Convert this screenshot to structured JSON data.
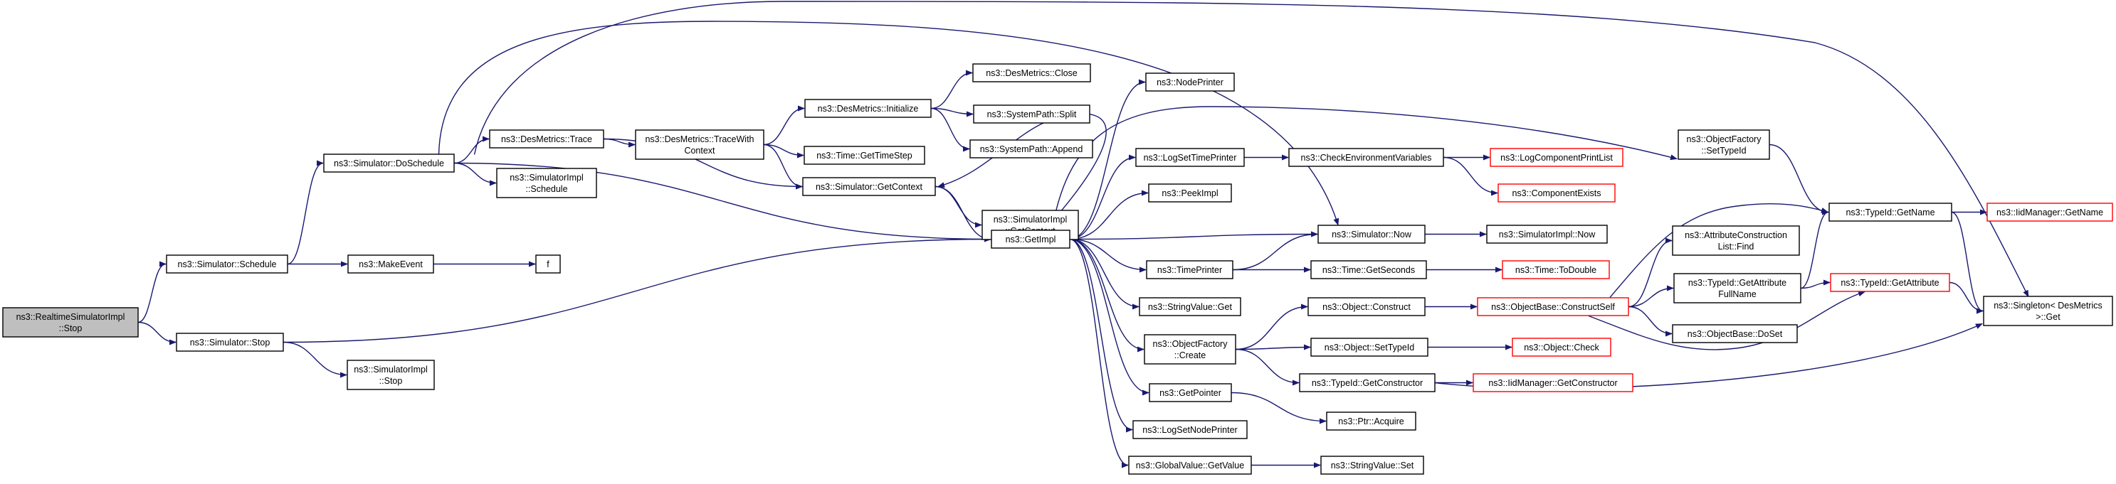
{
  "colors": {
    "edge": "#191970",
    "root_fill": "#bfbfbf",
    "node_fill": "#ffffff",
    "node_border": "#000000",
    "undocumented_border": "#ff0000"
  },
  "nodes": [
    {
      "id": "root",
      "lines": [
        "ns3::RealtimeSimulatorImpl",
        "::Stop"
      ],
      "style": "root"
    },
    {
      "id": "sim_schedule",
      "lines": [
        "ns3::Simulator::Schedule"
      ],
      "style": "normal"
    },
    {
      "id": "sim_stop",
      "lines": [
        "ns3::Simulator::Stop"
      ],
      "style": "normal"
    },
    {
      "id": "make_event",
      "lines": [
        "ns3::MakeEvent"
      ],
      "style": "normal"
    },
    {
      "id": "f",
      "lines": [
        "f"
      ],
      "style": "normal"
    },
    {
      "id": "simimpl_stop",
      "lines": [
        "ns3::SimulatorImpl",
        "::Stop"
      ],
      "style": "normal"
    },
    {
      "id": "do_schedule",
      "lines": [
        "ns3::Simulator::DoSchedule"
      ],
      "style": "normal"
    },
    {
      "id": "des_trace",
      "lines": [
        "ns3::DesMetrics::Trace"
      ],
      "style": "normal"
    },
    {
      "id": "simimpl_schedule",
      "lines": [
        "ns3::SimulatorImpl",
        "::Schedule"
      ],
      "style": "normal"
    },
    {
      "id": "des_tracewith",
      "lines": [
        "ns3::DesMetrics::TraceWith",
        "Context"
      ],
      "style": "normal"
    },
    {
      "id": "des_init",
      "lines": [
        "ns3::DesMetrics::Initialize"
      ],
      "style": "normal"
    },
    {
      "id": "time_gettimestep",
      "lines": [
        "ns3::Time::GetTimeStep"
      ],
      "style": "normal"
    },
    {
      "id": "sim_getcontext",
      "lines": [
        "ns3::Simulator::GetContext"
      ],
      "style": "normal"
    },
    {
      "id": "des_close",
      "lines": [
        "ns3::DesMetrics::Close"
      ],
      "style": "normal"
    },
    {
      "id": "syspath_split",
      "lines": [
        "ns3::SystemPath::Split"
      ],
      "style": "normal"
    },
    {
      "id": "syspath_append",
      "lines": [
        "ns3::SystemPath::Append"
      ],
      "style": "normal"
    },
    {
      "id": "simimpl_getcontext",
      "lines": [
        "ns3::SimulatorImpl",
        "::GetContext"
      ],
      "style": "normal"
    },
    {
      "id": "getimpl",
      "lines": [
        "ns3::GetImpl"
      ],
      "style": "normal"
    },
    {
      "id": "nodeprinter",
      "lines": [
        "ns3::NodePrinter"
      ],
      "style": "normal"
    },
    {
      "id": "logsettimeprinter",
      "lines": [
        "ns3::LogSetTimePrinter"
      ],
      "style": "normal"
    },
    {
      "id": "peekimpl",
      "lines": [
        "ns3::PeekImpl"
      ],
      "style": "normal"
    },
    {
      "id": "timeprinter",
      "lines": [
        "ns3::TimePrinter"
      ],
      "style": "normal"
    },
    {
      "id": "stringvalue_get",
      "lines": [
        "ns3::StringValue::Get"
      ],
      "style": "normal"
    },
    {
      "id": "objfactory_create",
      "lines": [
        "ns3::ObjectFactory",
        "::Create"
      ],
      "style": "normal"
    },
    {
      "id": "getpointer",
      "lines": [
        "ns3::GetPointer"
      ],
      "style": "normal"
    },
    {
      "id": "logsetnodeprinter",
      "lines": [
        "ns3::LogSetNodePrinter"
      ],
      "style": "normal"
    },
    {
      "id": "globalvalue_getvalue",
      "lines": [
        "ns3::GlobalValue::GetValue"
      ],
      "style": "normal"
    },
    {
      "id": "checkenv",
      "lines": [
        "ns3::CheckEnvironmentVariables"
      ],
      "style": "normal"
    },
    {
      "id": "logcomp_printlist",
      "lines": [
        "ns3::LogComponentPrintList"
      ],
      "style": "red"
    },
    {
      "id": "componentexists",
      "lines": [
        "ns3::ComponentExists"
      ],
      "style": "red"
    },
    {
      "id": "sim_now",
      "lines": [
        "ns3::Simulator::Now"
      ],
      "style": "normal"
    },
    {
      "id": "simimpl_now",
      "lines": [
        "ns3::SimulatorImpl::Now"
      ],
      "style": "normal"
    },
    {
      "id": "time_getseconds",
      "lines": [
        "ns3::Time::GetSeconds"
      ],
      "style": "normal"
    },
    {
      "id": "time_todouble",
      "lines": [
        "ns3::Time::ToDouble"
      ],
      "style": "red"
    },
    {
      "id": "object_construct",
      "lines": [
        "ns3::Object::Construct"
      ],
      "style": "normal"
    },
    {
      "id": "object_settypeid",
      "lines": [
        "ns3::Object::SetTypeId"
      ],
      "style": "normal"
    },
    {
      "id": "typeid_getconstructor",
      "lines": [
        "ns3::TypeId::GetConstructor"
      ],
      "style": "normal"
    },
    {
      "id": "ptr_acquire",
      "lines": [
        "ns3::Ptr::Acquire"
      ],
      "style": "normal"
    },
    {
      "id": "stringvalue_set",
      "lines": [
        "ns3::StringValue::Set"
      ],
      "style": "normal"
    },
    {
      "id": "objbase_constructself",
      "lines": [
        "ns3::ObjectBase::ConstructSelf"
      ],
      "style": "red"
    },
    {
      "id": "object_check",
      "lines": [
        "ns3::Object::Check"
      ],
      "style": "red"
    },
    {
      "id": "iidmanager_getconstructor",
      "lines": [
        "ns3::IidManager::GetConstructor"
      ],
      "style": "red"
    },
    {
      "id": "objfactory_settypeid",
      "lines": [
        "ns3::ObjectFactory",
        "::SetTypeId"
      ],
      "style": "normal"
    },
    {
      "id": "attrconstlist_find",
      "lines": [
        "ns3::AttributeConstruction",
        "List::Find"
      ],
      "style": "normal"
    },
    {
      "id": "typeid_getattrfullname",
      "lines": [
        "ns3::TypeId::GetAttribute",
        "FullName"
      ],
      "style": "normal"
    },
    {
      "id": "objbase_doset",
      "lines": [
        "ns3::ObjectBase::DoSet"
      ],
      "style": "normal"
    },
    {
      "id": "typeid_getname",
      "lines": [
        "ns3::TypeId::GetName"
      ],
      "style": "normal"
    },
    {
      "id": "typeid_getattribute",
      "lines": [
        "ns3::TypeId::GetAttribute"
      ],
      "style": "red"
    },
    {
      "id": "iidmanager_getname",
      "lines": [
        "ns3::IidManager::GetName"
      ],
      "style": "red"
    },
    {
      "id": "singleton_get",
      "lines": [
        "ns3::Singleton< DesMetrics",
        " >::Get"
      ],
      "style": "normal"
    }
  ],
  "edges": [
    [
      "root",
      "sim_schedule"
    ],
    [
      "root",
      "sim_stop"
    ],
    [
      "sim_schedule",
      "do_schedule"
    ],
    [
      "sim_schedule",
      "make_event"
    ],
    [
      "make_event",
      "f"
    ],
    [
      "sim_stop",
      "getimpl"
    ],
    [
      "sim_stop",
      "simimpl_stop"
    ],
    [
      "do_schedule",
      "des_trace"
    ],
    [
      "do_schedule",
      "simimpl_schedule"
    ],
    [
      "do_schedule",
      "getimpl"
    ],
    [
      "do_schedule",
      "sim_now"
    ],
    [
      "do_schedule",
      "singleton_get"
    ],
    [
      "des_trace",
      "des_tracewith"
    ],
    [
      "des_trace",
      "sim_getcontext"
    ],
    [
      "des_tracewith",
      "des_init"
    ],
    [
      "des_tracewith",
      "time_gettimestep"
    ],
    [
      "des_tracewith",
      "sim_getcontext"
    ],
    [
      "des_init",
      "des_close"
    ],
    [
      "des_init",
      "syspath_split"
    ],
    [
      "des_init",
      "syspath_append"
    ],
    [
      "sim_getcontext",
      "simimpl_getcontext"
    ],
    [
      "sim_getcontext",
      "getimpl"
    ],
    [
      "getimpl",
      "sim_getcontext"
    ],
    [
      "getimpl",
      "nodeprinter"
    ],
    [
      "getimpl",
      "logsettimeprinter"
    ],
    [
      "getimpl",
      "peekimpl"
    ],
    [
      "getimpl",
      "timeprinter"
    ],
    [
      "getimpl",
      "sim_now"
    ],
    [
      "getimpl",
      "stringvalue_get"
    ],
    [
      "getimpl",
      "objfactory_create"
    ],
    [
      "getimpl",
      "getpointer"
    ],
    [
      "getimpl",
      "logsetnodeprinter"
    ],
    [
      "getimpl",
      "globalvalue_getvalue"
    ],
    [
      "getimpl",
      "objfactory_settypeid"
    ],
    [
      "logsettimeprinter",
      "checkenv"
    ],
    [
      "checkenv",
      "logcomp_printlist"
    ],
    [
      "checkenv",
      "componentexists"
    ],
    [
      "timeprinter",
      "sim_now"
    ],
    [
      "timeprinter",
      "time_getseconds"
    ],
    [
      "sim_now",
      "simimpl_now"
    ],
    [
      "time_getseconds",
      "time_todouble"
    ],
    [
      "objfactory_create",
      "object_construct"
    ],
    [
      "objfactory_create",
      "object_settypeid"
    ],
    [
      "objfactory_create",
      "typeid_getconstructor"
    ],
    [
      "object_construct",
      "objbase_constructself"
    ],
    [
      "object_settypeid",
      "object_check"
    ],
    [
      "typeid_getconstructor",
      "iidmanager_getconstructor"
    ],
    [
      "typeid_getconstructor",
      "singleton_get"
    ],
    [
      "getpointer",
      "ptr_acquire"
    ],
    [
      "globalvalue_getvalue",
      "stringvalue_set"
    ],
    [
      "objbase_constructself",
      "attrconstlist_find"
    ],
    [
      "objbase_constructself",
      "typeid_getattrfullname"
    ],
    [
      "objbase_constructself",
      "objbase_doset"
    ],
    [
      "objbase_constructself",
      "typeid_getname"
    ],
    [
      "objbase_constructself",
      "typeid_getattribute"
    ],
    [
      "objfactory_settypeid",
      "typeid_getname"
    ],
    [
      "typeid_getattrfullname",
      "typeid_getname"
    ],
    [
      "typeid_getattrfullname",
      "typeid_getattribute"
    ],
    [
      "typeid_getattribute",
      "singleton_get"
    ],
    [
      "typeid_getname",
      "iidmanager_getname"
    ],
    [
      "typeid_getname",
      "singleton_get"
    ]
  ]
}
